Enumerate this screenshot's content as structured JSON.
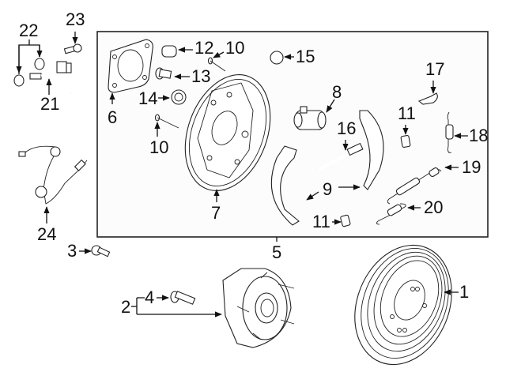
{
  "diagram": {
    "title": "Rear brake / hub assembly exploded parts diagram",
    "group_box_label": "5",
    "callouts": [
      {
        "id": "1",
        "part": "brake-drum"
      },
      {
        "id": "2",
        "part": "hub-assembly"
      },
      {
        "id": "3",
        "part": "hub-bolt"
      },
      {
        "id": "4",
        "part": "wheel-stud"
      },
      {
        "id": "5",
        "part": "brake-assembly-group"
      },
      {
        "id": "6",
        "part": "gasket"
      },
      {
        "id": "7",
        "part": "backing-plate"
      },
      {
        "id": "8",
        "part": "wheel-cylinder"
      },
      {
        "id": "9",
        "part": "brake-shoe"
      },
      {
        "id": "10",
        "part": "pin"
      },
      {
        "id": "11",
        "part": "retainer-clip"
      },
      {
        "id": "12",
        "part": "plug"
      },
      {
        "id": "13",
        "part": "bolt"
      },
      {
        "id": "14",
        "part": "grommet"
      },
      {
        "id": "15",
        "part": "bleeder-cap"
      },
      {
        "id": "16",
        "part": "adjuster"
      },
      {
        "id": "17",
        "part": "adjuster-lever"
      },
      {
        "id": "18",
        "part": "spring"
      },
      {
        "id": "19",
        "part": "return-spring"
      },
      {
        "id": "20",
        "part": "return-spring-lower"
      },
      {
        "id": "21",
        "part": "brake-hose"
      },
      {
        "id": "22",
        "part": "o-rings"
      },
      {
        "id": "23",
        "part": "hose-bolt"
      },
      {
        "id": "24",
        "part": "abs-sensor"
      }
    ],
    "labels": {
      "l1": "1",
      "l2": "2",
      "l3": "3",
      "l4": "4",
      "l5": "5",
      "l6": "6",
      "l7": "7",
      "l8": "8",
      "l9": "9",
      "l10a": "10",
      "l10b": "10",
      "l11a": "11",
      "l11b": "11",
      "l12": "12",
      "l13": "13",
      "l14": "14",
      "l15": "15",
      "l16": "16",
      "l17": "17",
      "l18": "18",
      "l19": "19",
      "l20": "20",
      "l21": "21",
      "l22": "22",
      "l23": "23",
      "l24": "24"
    }
  }
}
